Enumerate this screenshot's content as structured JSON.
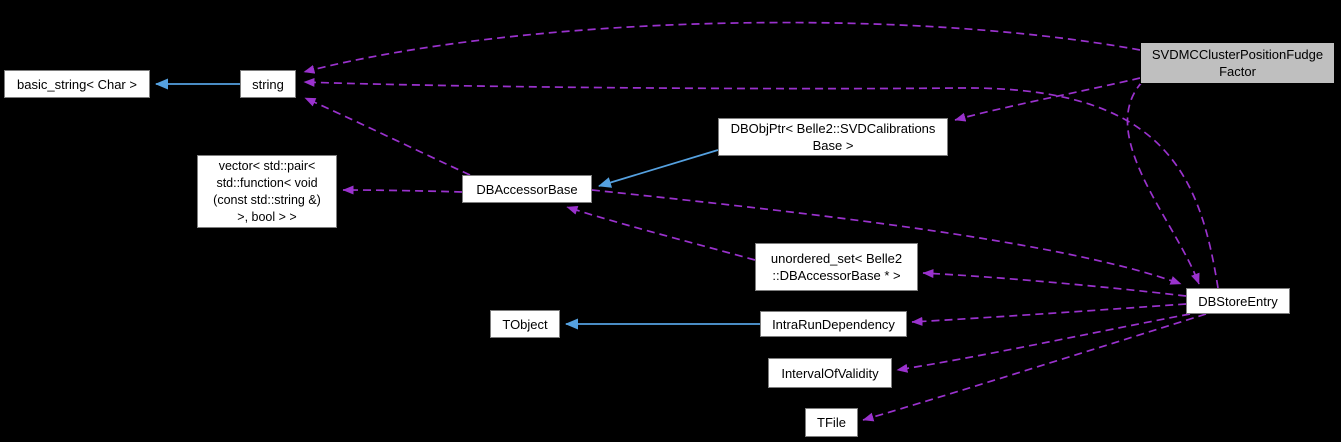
{
  "diagram": {
    "type": "doxygen-collaboration-graph",
    "focus_class": "SVDMCClusterPositionFudgeFactor",
    "colors": {
      "background": "#000000",
      "inheritance_edge": "#55a1e0",
      "usage_edge": "#9a32cd",
      "node_fill": "#ffffff",
      "focus_node_fill": "#bfbfbf",
      "node_border": "#7e7e7e",
      "focus_node_border": "#000000",
      "text": "#000000"
    },
    "nodes": {
      "basic_string": {
        "label": "basic_string< Char >"
      },
      "string": {
        "label": "string"
      },
      "svdmc": {
        "label": "SVDMCClusterPositionFudge\nFactor"
      },
      "dbobjptr": {
        "label": "DBObjPtr< Belle2::SVDCalibrations\nBase >"
      },
      "vector": {
        "label": "vector< std::pair<\nstd::function< void\n(const std::string &)\n>, bool > >"
      },
      "dbaccessorbase": {
        "label": "DBAccessorBase"
      },
      "unordered_set": {
        "label": "unordered_set< Belle2\n::DBAccessorBase * >"
      },
      "tobject": {
        "label": "TObject"
      },
      "intrarundependency": {
        "label": "IntraRunDependency"
      },
      "intervalofvalidity": {
        "label": "IntervalOfValidity"
      },
      "tfile": {
        "label": "TFile"
      },
      "dbstoreentry": {
        "label": "DBStoreEntry"
      }
    },
    "edges": [
      {
        "from": "string",
        "to": "basic_string< Char >",
        "type": "inheritance"
      },
      {
        "from": "DBObjPtr< Belle2::SVDCalibrationsBase >",
        "to": "DBAccessorBase",
        "type": "inheritance"
      },
      {
        "from": "IntraRunDependency",
        "to": "TObject",
        "type": "inheritance"
      },
      {
        "from": "SVDMCClusterPositionFudgeFactor",
        "to": "string",
        "type": "usage"
      },
      {
        "from": "SVDMCClusterPositionFudgeFactor",
        "to": "DBObjPtr< Belle2::SVDCalibrationsBase >",
        "type": "usage"
      },
      {
        "from": "SVDMCClusterPositionFudgeFactor",
        "to": "DBStoreEntry",
        "type": "usage"
      },
      {
        "from": "DBAccessorBase",
        "to": "string",
        "type": "usage"
      },
      {
        "from": "DBAccessorBase",
        "to": "vector< std::pair< std::function< void (const std::string &) >, bool > >",
        "type": "usage"
      },
      {
        "from": "DBAccessorBase",
        "to": "DBStoreEntry",
        "type": "usage"
      },
      {
        "from": "unordered_set< Belle2::DBAccessorBase * >",
        "to": "DBAccessorBase",
        "type": "usage"
      },
      {
        "from": "DBStoreEntry",
        "to": "string",
        "type": "usage"
      },
      {
        "from": "DBStoreEntry",
        "to": "unordered_set< Belle2::DBAccessorBase * >",
        "type": "usage"
      },
      {
        "from": "DBStoreEntry",
        "to": "IntraRunDependency",
        "type": "usage"
      },
      {
        "from": "DBStoreEntry",
        "to": "IntervalOfValidity",
        "type": "usage"
      },
      {
        "from": "DBStoreEntry",
        "to": "TFile",
        "type": "usage"
      }
    ]
  }
}
